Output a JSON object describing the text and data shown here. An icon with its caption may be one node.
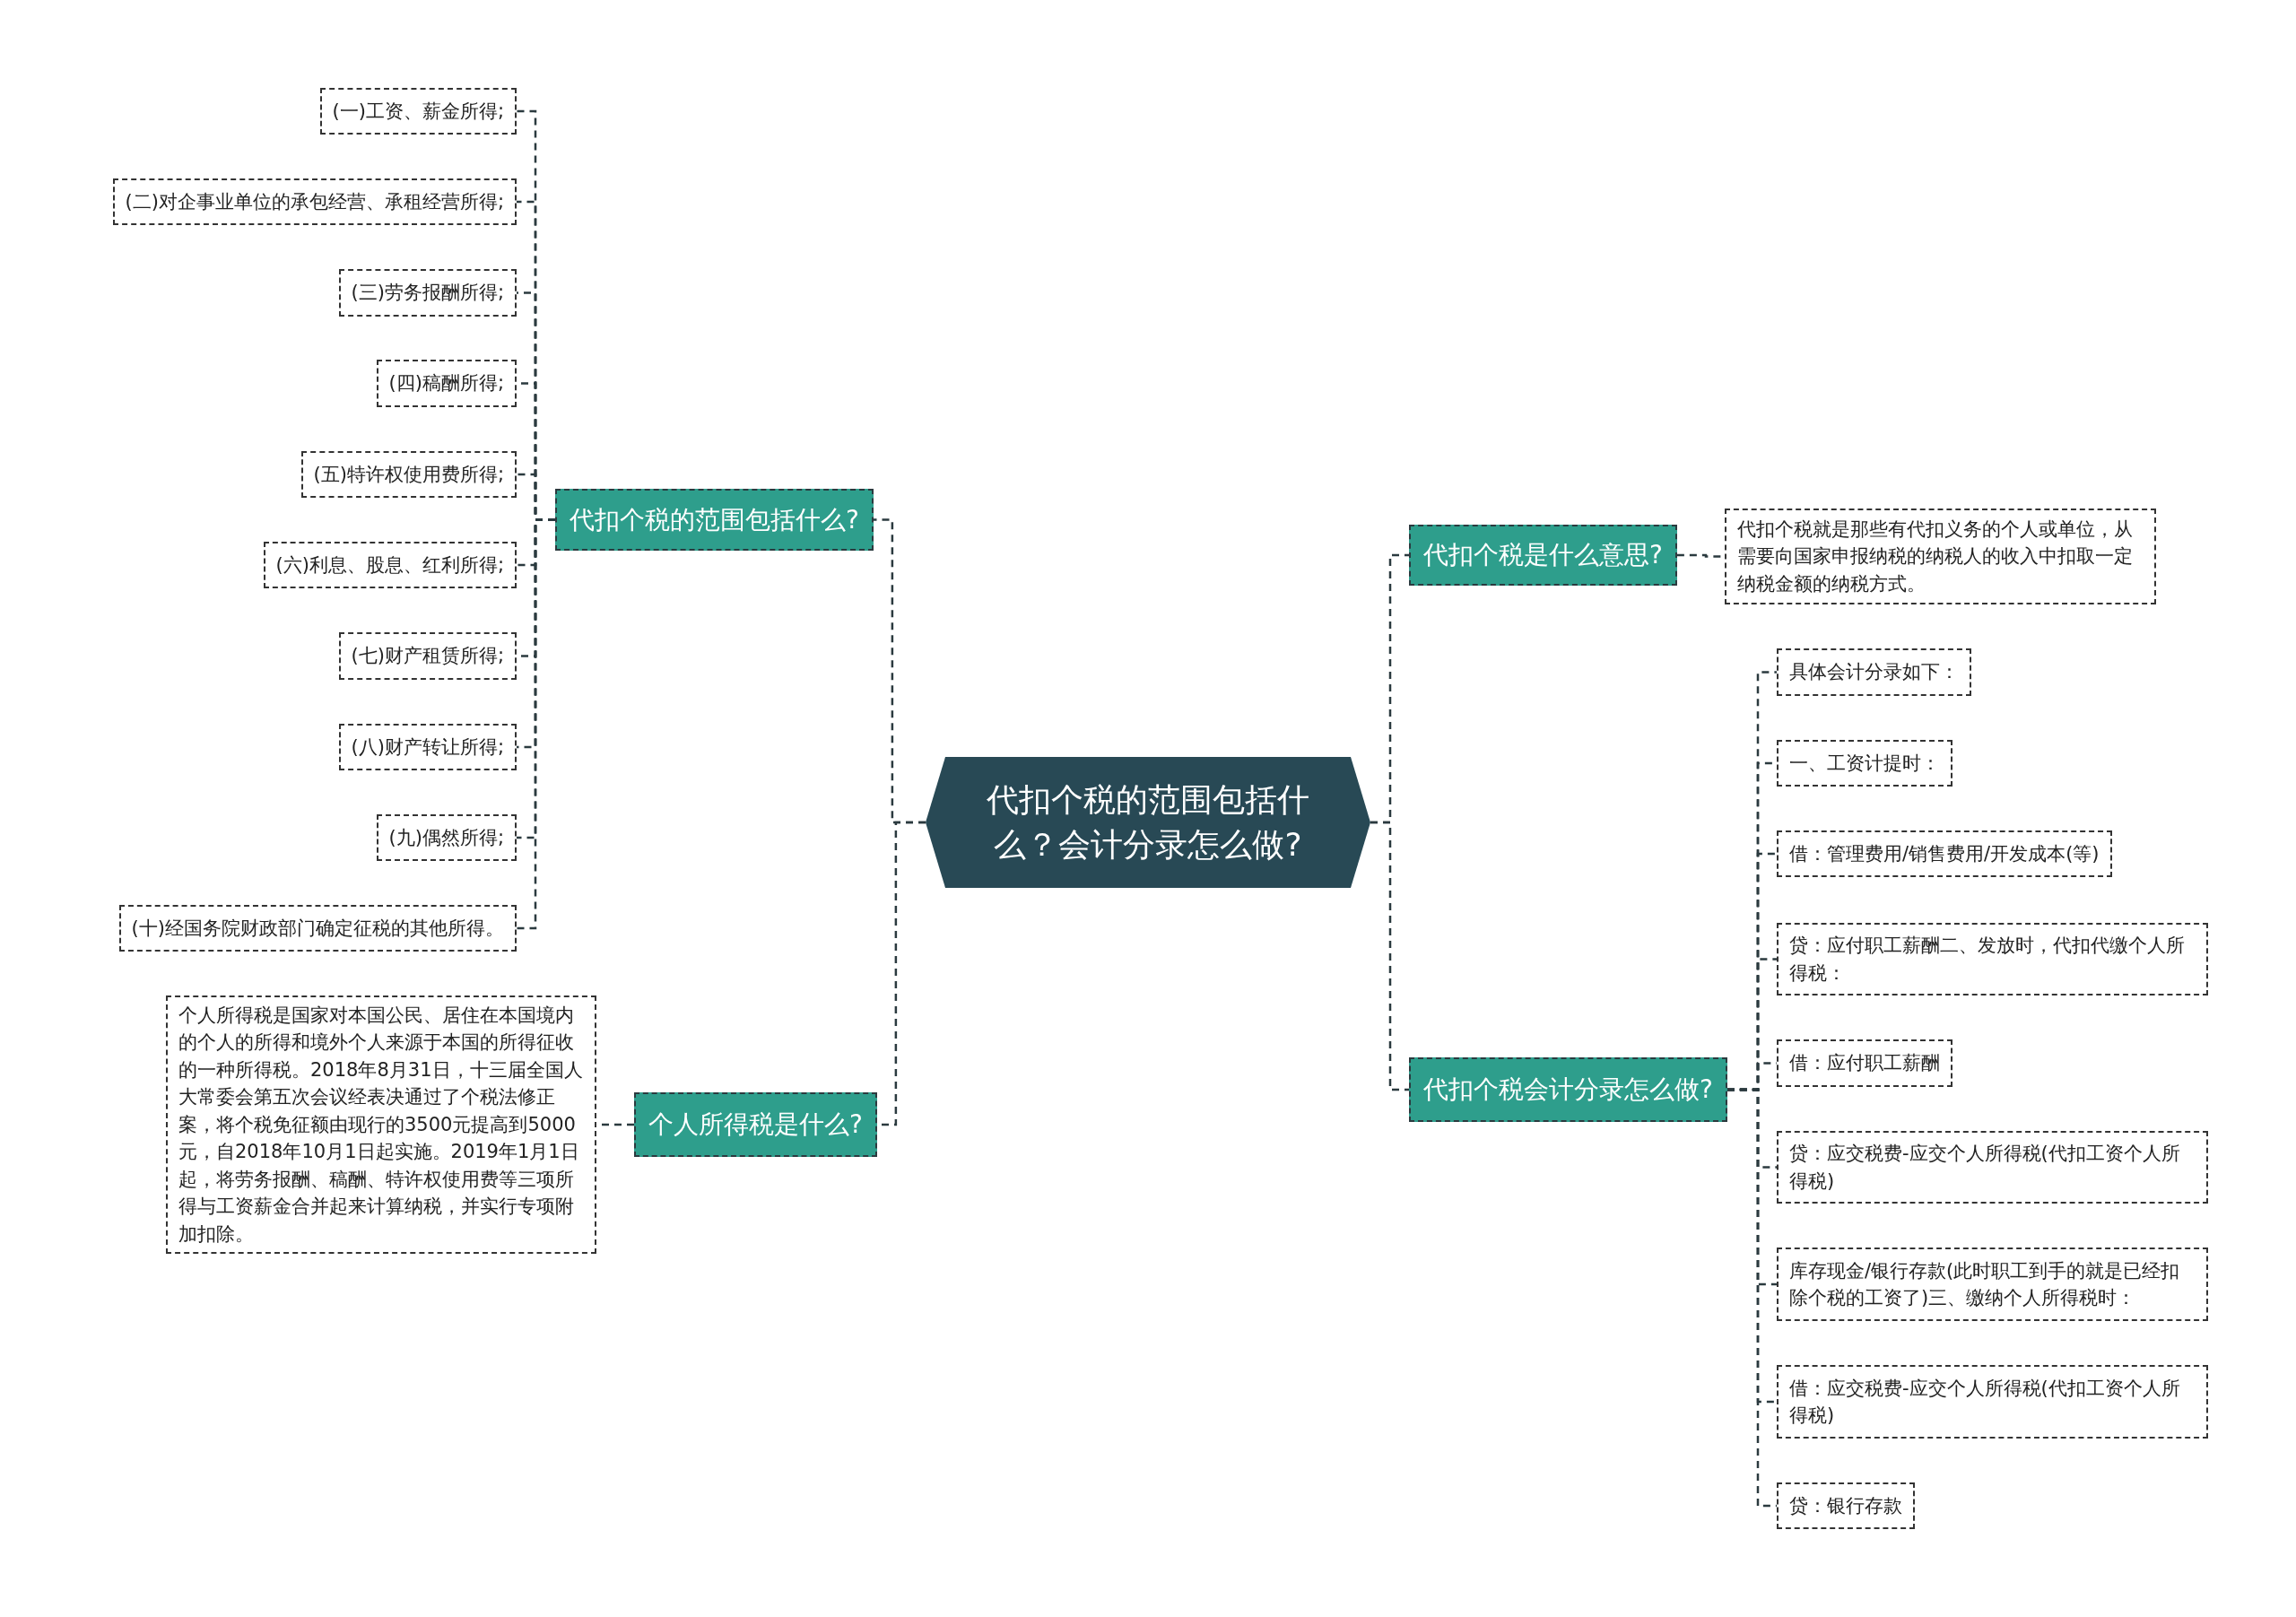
{
  "diagram": {
    "nodes": [
      {
        "text": [
          "代扣个税的范围包括什么？会计分录怎么做?"
        ]
      },
      {
        "text": [
          "代扣个税的范围包括什么?"
        ]
      },
      {
        "text": [
          "(一)工资、薪金所得;"
        ]
      },
      {
        "text": [
          "(二)对企事业单位的承包经营、承租经营所得;"
        ]
      },
      {
        "text": [
          "(三)劳务报酬所得;"
        ]
      },
      {
        "text": [
          "(四)稿酬所得;"
        ]
      },
      {
        "text": [
          "(五)特许权使用费所得;"
        ]
      },
      {
        "text": [
          "(六)利息、股息、红利所得;"
        ]
      },
      {
        "text": [
          "(七)财产租赁所得;"
        ]
      },
      {
        "text": [
          "(八)财产转让所得;"
        ]
      },
      {
        "text": [
          "(九)偶然所得;"
        ]
      },
      {
        "text": [
          "(十)经国务院财政部门确定征税的其他所得。"
        ]
      },
      {
        "text": [
          "个人所得税是什么?"
        ]
      },
      {
        "text": [
          "个人所得税是国家对本国公民、居住在本国境内的个人的所得和境外个人来源于本国的所得征收的一种所得税。2018年8月31日，十三届全国人大常委会第五次会议经表决通过了个税法修正案，将个税免征额由现行的3500元提高到5000元，自2018年10月1日起实施。2019年1月1日起，将劳务报酬、稿酬、特许权使用费等三项所得与工资薪金合并起来计算纳税，并实行专项附加扣除。"
        ]
      },
      {
        "text": [
          "代扣个税是什么意思?"
        ]
      },
      {
        "text": [
          "代扣个税就是那些有代扣义务的个人或单位，从需要向国家申报纳税的纳税人的收入中扣取一定纳税金额的纳税方式。"
        ]
      },
      {
        "text": [
          "代扣个税会计分录怎么做?"
        ]
      },
      {
        "text": [
          "具体会计分录如下："
        ]
      },
      {
        "text": [
          "一、工资计提时："
        ]
      },
      {
        "text": [
          "借：管理费用/销售费用/开发成本(等)"
        ]
      },
      {
        "text": [
          "贷：应付职工薪酬二、发放时，代扣代缴个人所得税："
        ]
      },
      {
        "text": [
          "借：应付职工薪酬"
        ]
      },
      {
        "text": [
          "贷：应交税费-应交个人所得税(代扣工资个人所得税)"
        ]
      },
      {
        "text": [
          "库存现金/银行存款(此时职工到手的就是已经扣除个税的工资了)三、缴纳个人所得税时："
        ]
      },
      {
        "text": [
          "借：应交税费-应交个人所得税(代扣工资个人所得税)"
        ]
      },
      {
        "text": [
          "贷：银行存款"
        ]
      }
    ],
    "edges": [
      {
        "from": 0,
        "to": 1,
        "arrow": "none"
      },
      {
        "from": 1,
        "to": 2,
        "arrow": "none"
      },
      {
        "from": 1,
        "to": 3,
        "arrow": "none"
      },
      {
        "from": 1,
        "to": 4,
        "arrow": "none"
      },
      {
        "from": 1,
        "to": 5,
        "arrow": "none"
      },
      {
        "from": 1,
        "to": 6,
        "arrow": "none"
      },
      {
        "from": 1,
        "to": 7,
        "arrow": "none"
      },
      {
        "from": 1,
        "to": 8,
        "arrow": "none"
      },
      {
        "from": 1,
        "to": 9,
        "arrow": "none"
      },
      {
        "from": 1,
        "to": 10,
        "arrow": "none"
      },
      {
        "from": 1,
        "to": 11,
        "arrow": "none"
      },
      {
        "from": 0,
        "to": 12,
        "arrow": "none"
      },
      {
        "from": 12,
        "to": 13,
        "arrow": "none"
      },
      {
        "from": 0,
        "to": 14,
        "arrow": "none"
      },
      {
        "from": 14,
        "to": 15,
        "arrow": "none"
      },
      {
        "from": 0,
        "to": 16,
        "arrow": "none"
      },
      {
        "from": 16,
        "to": 17,
        "arrow": "none"
      },
      {
        "from": 16,
        "to": 18,
        "arrow": "none"
      },
      {
        "from": 16,
        "to": 19,
        "arrow": "none"
      },
      {
        "from": 16,
        "to": 20,
        "arrow": "none"
      },
      {
        "from": 16,
        "to": 21,
        "arrow": "none"
      },
      {
        "from": 16,
        "to": 22,
        "arrow": "none"
      },
      {
        "from": 16,
        "to": 23,
        "arrow": "none"
      },
      {
        "from": 16,
        "to": 24,
        "arrow": "none"
      },
      {
        "from": 16,
        "to": 25,
        "arrow": "none"
      }
    ]
  }
}
